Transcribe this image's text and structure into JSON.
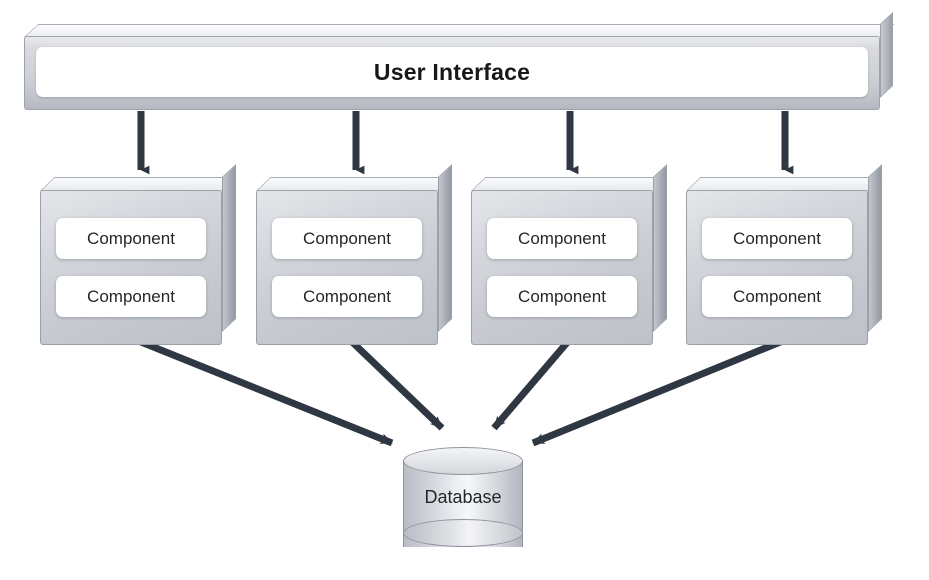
{
  "diagram": {
    "title": "User Interface / Components / Database architecture diagram",
    "background_color": "#ffffff",
    "arrow_color": "#2f3742",
    "box_fill_color": "#ccd0d6",
    "slot_fill_color": "#ffffff",
    "text_color": "#24262a"
  },
  "ui_bar": {
    "label": "User Interface"
  },
  "component_boxes": [
    {
      "name": "component-box-1",
      "slots": [
        {
          "label": "Component"
        },
        {
          "label": "Component"
        }
      ]
    },
    {
      "name": "component-box-2",
      "slots": [
        {
          "label": "Component"
        },
        {
          "label": "Component"
        }
      ]
    },
    {
      "name": "component-box-3",
      "slots": [
        {
          "label": "Component"
        },
        {
          "label": "Component"
        }
      ]
    },
    {
      "name": "component-box-4",
      "slots": [
        {
          "label": "Component"
        },
        {
          "label": "Component"
        }
      ]
    }
  ],
  "database": {
    "label": "Database"
  },
  "connectors": {
    "ui_to_components": [
      {
        "name": "arrow-ui-to-component-1",
        "direction": "down"
      },
      {
        "name": "arrow-ui-to-component-2",
        "direction": "down"
      },
      {
        "name": "arrow-ui-to-component-3",
        "direction": "down"
      },
      {
        "name": "arrow-ui-to-component-4",
        "direction": "down"
      }
    ],
    "components_to_database": [
      {
        "name": "arrow-component-1-to-database",
        "direction": "down-right"
      },
      {
        "name": "arrow-component-2-to-database",
        "direction": "down-right"
      },
      {
        "name": "arrow-component-3-to-database",
        "direction": "down-left"
      },
      {
        "name": "arrow-component-4-to-database",
        "direction": "down-left"
      }
    ]
  }
}
